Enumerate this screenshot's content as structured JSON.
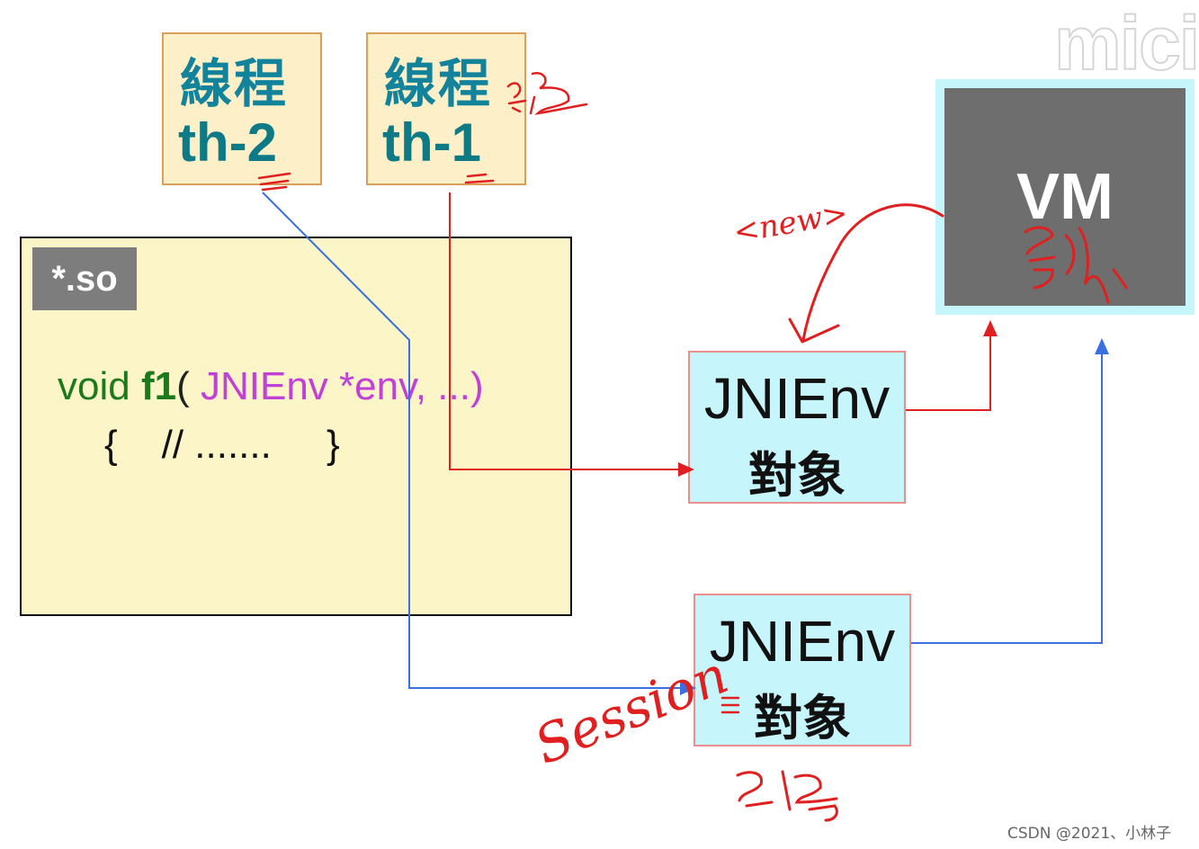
{
  "threads": [
    {
      "title": "線程",
      "id": "th-2"
    },
    {
      "title": "線程",
      "id": "th-1"
    }
  ],
  "so_module": {
    "label": "*.so",
    "code_line_1": {
      "return_type": "void",
      "function": "f1",
      "paren_open": "(",
      "param_type": "JNIEnv",
      "param_rest": " *env, ...)"
    },
    "code_line_2": "{    // .......     }"
  },
  "jnienv_objects": [
    {
      "line1": "JNIEnv",
      "line2": "對象"
    },
    {
      "line1": "JNIEnv",
      "line2": "對象"
    }
  ],
  "vm": {
    "label": "VM"
  },
  "annotations": {
    "new": "<new>",
    "session": "Session",
    "equals": "="
  },
  "watermark": "mici",
  "credit": "CSDN @2021、小林子",
  "colors": {
    "thread_bg": "#fdf0c8",
    "thread_text": "#12839a",
    "so_bg": "#fcf5c8",
    "jni_bg": "#c6f5fb",
    "vm_bg": "#6e6e6e",
    "red_line": "#e02020",
    "blue_line": "#3a6fe0"
  }
}
